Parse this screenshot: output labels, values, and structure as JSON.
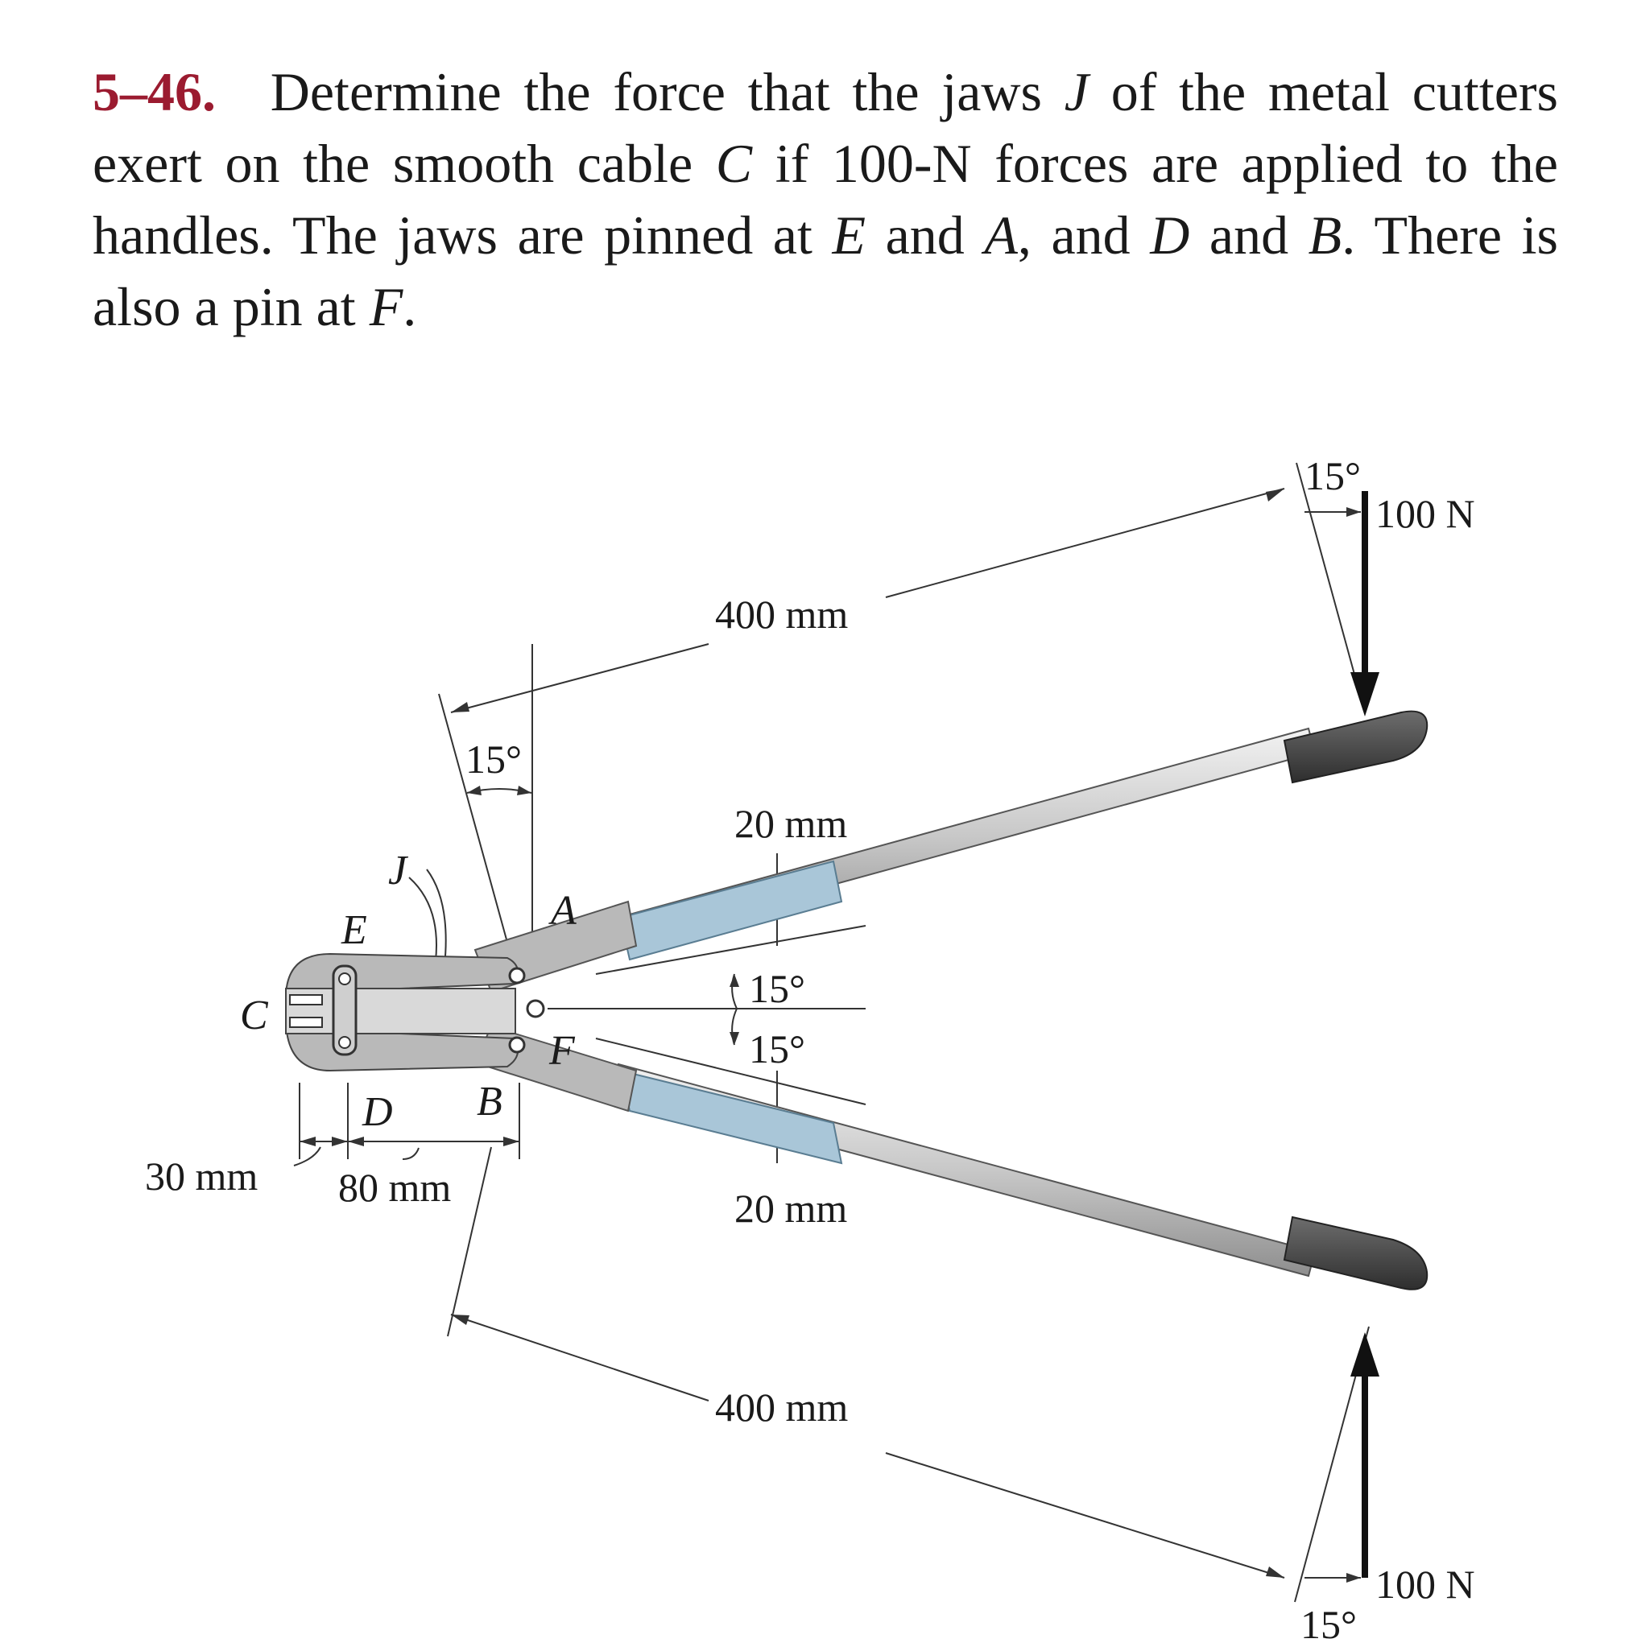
{
  "problem": {
    "number": "5–46.",
    "parts": [
      {
        "id": "t1",
        "text": " Determine the force that the jaws ",
        "italic": false
      },
      {
        "id": "t2",
        "text": "J",
        "italic": true
      },
      {
        "id": "t3",
        "text": " of the metal cutters exert on the smooth cable ",
        "italic": false
      },
      {
        "id": "t4",
        "text": "C",
        "italic": true
      },
      {
        "id": "t5",
        "text": " if 100-N forces are applied to the handles. The jaws are pinned at ",
        "italic": false
      },
      {
        "id": "t6",
        "text": "E",
        "italic": true
      },
      {
        "id": "t7",
        "text": " and ",
        "italic": false
      },
      {
        "id": "t8",
        "text": "A",
        "italic": true
      },
      {
        "id": "t9",
        "text": ", and ",
        "italic": false
      },
      {
        "id": "t10",
        "text": "D",
        "italic": true
      },
      {
        "id": "t11",
        "text": " and ",
        "italic": false
      },
      {
        "id": "t12",
        "text": "B",
        "italic": true
      },
      {
        "id": "t13",
        "text": ". There is also a pin at ",
        "italic": false
      },
      {
        "id": "t14",
        "text": "F",
        "italic": true
      },
      {
        "id": "t15",
        "text": ".",
        "italic": false
      }
    ]
  },
  "figure": {
    "angle_top_right": "15°",
    "force_top": "100 N",
    "length_top": "400 mm",
    "angle_left": "15°",
    "grip_top": "20 mm",
    "label_J": "J",
    "label_E": "E",
    "label_A": "A",
    "label_C": "C",
    "label_F": "F",
    "label_D": "D",
    "label_B": "B",
    "angle_mid_top": "15°",
    "angle_mid_bottom": "15°",
    "dim_30": "30 mm",
    "dim_80": "80 mm",
    "grip_bottom": "20 mm",
    "length_bottom": "400 mm",
    "force_bottom": "100 N",
    "angle_bottom_right": "15°"
  },
  "colors": {
    "problem_number": "#9b1b30",
    "jaw_metal": "#b9b9b9",
    "grip_blue": "#a9c6d8",
    "handle_grip": "#4a4a4a"
  }
}
